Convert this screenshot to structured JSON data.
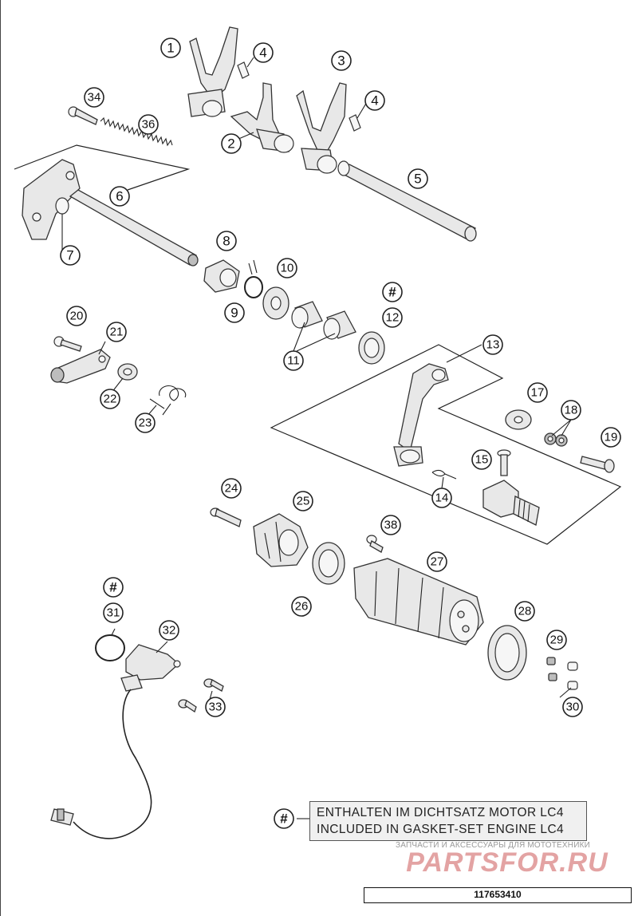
{
  "callouts": {
    "c1": "1",
    "c2": "2",
    "c3": "3",
    "c4a": "4",
    "c4b": "4",
    "c5": "5",
    "c6": "6",
    "c7": "7",
    "c8": "8",
    "c9": "9",
    "c10": "10",
    "c11": "11",
    "c12": "12",
    "c13": "13",
    "c14": "14",
    "c15": "15",
    "c17": "17",
    "c18": "18",
    "c19": "19",
    "c20": "20",
    "c21": "21",
    "c22": "22",
    "c23": "23",
    "c24": "24",
    "c25": "25",
    "c26": "26",
    "c27": "27",
    "c28": "28",
    "c29": "29",
    "c30": "30",
    "c31": "31",
    "c32": "32",
    "c33": "33",
    "c34": "34",
    "c36": "36",
    "c38": "38",
    "hash12": "#",
    "hash31": "#",
    "hashLegend": "#"
  },
  "legend": {
    "line1": "ENTHALTEN IM DICHTSATZ MOTOR LC4",
    "line2": "INCLUDED IN GASKET-SET ENGINE LC4"
  },
  "watermark": {
    "tagline": "ЗАПЧАСТИ И АКСЕССУАРЫ ДЛЯ МОТОТЕХНИКИ",
    "logo_text": "PARTSFOR.RU",
    "color": "#e3a3a3"
  },
  "footer": {
    "code": "117653410"
  }
}
